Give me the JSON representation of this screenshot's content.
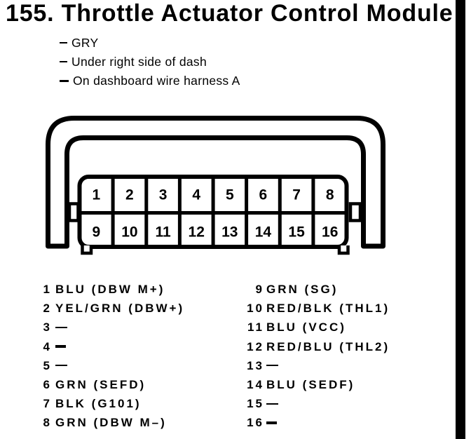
{
  "header": {
    "title": "155. Throttle Actuator Control Module"
  },
  "notes": [
    {
      "dash": "thin",
      "text": "GRY"
    },
    {
      "dash": "thin",
      "text": "Under right side of dash"
    },
    {
      "dash": "bold",
      "text": "On dashboard wire harness A"
    }
  ],
  "connector": {
    "rows": [
      [
        "1",
        "2",
        "3",
        "4",
        "5",
        "6",
        "7",
        "8"
      ],
      [
        "9",
        "10",
        "11",
        "12",
        "13",
        "14",
        "15",
        "16"
      ]
    ]
  },
  "pinout": {
    "left": [
      {
        "num": "1",
        "label": "BLU (DBW M+)"
      },
      {
        "num": "2",
        "label": "YEL/GRN (DBW+)"
      },
      {
        "num": "3",
        "dash": "thin"
      },
      {
        "num": "4",
        "dash": "bold"
      },
      {
        "num": "5",
        "dash": "thin"
      },
      {
        "num": "6",
        "label": "GRN (SEFD)"
      },
      {
        "num": "7",
        "label": "BLK (G101)"
      },
      {
        "num": "8",
        "label": "GRN (DBW M–)"
      }
    ],
    "right": [
      {
        "num": "9",
        "label": "GRN (SG)"
      },
      {
        "num": "10",
        "label": "RED/BLK (THL1)"
      },
      {
        "num": "11",
        "label": "BLU (VCC)"
      },
      {
        "num": "12",
        "label": "RED/BLU (THL2)"
      },
      {
        "num": "13",
        "dash": "thin"
      },
      {
        "num": "14",
        "label": "BLU (SEDF)"
      },
      {
        "num": "15",
        "dash": "thin"
      },
      {
        "num": "16",
        "dash": "bold"
      }
    ]
  },
  "colors": {
    "ink": "#000000",
    "paper": "#ffffff"
  }
}
